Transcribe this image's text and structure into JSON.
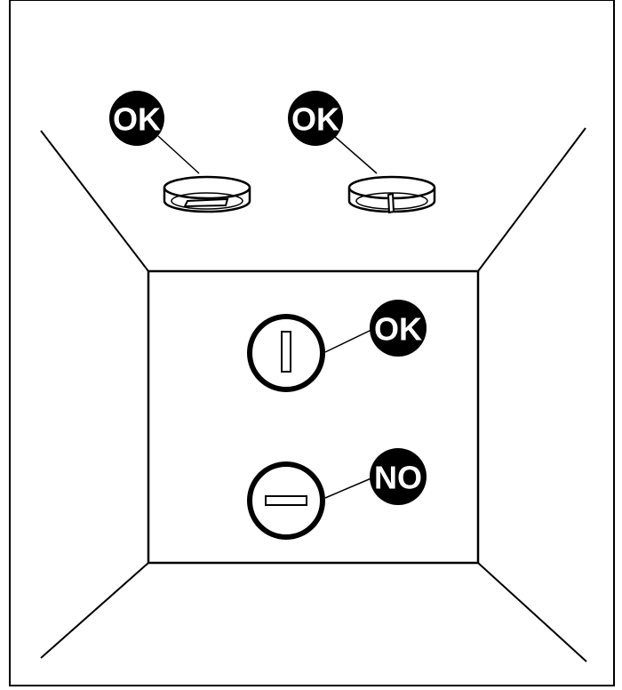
{
  "badges": {
    "ceiling_left": "OK",
    "ceiling_right": "OK",
    "wall_vertical": "OK",
    "wall_horizontal": "NO"
  },
  "colors": {
    "ink": "#000000",
    "paper": "#ffffff"
  }
}
